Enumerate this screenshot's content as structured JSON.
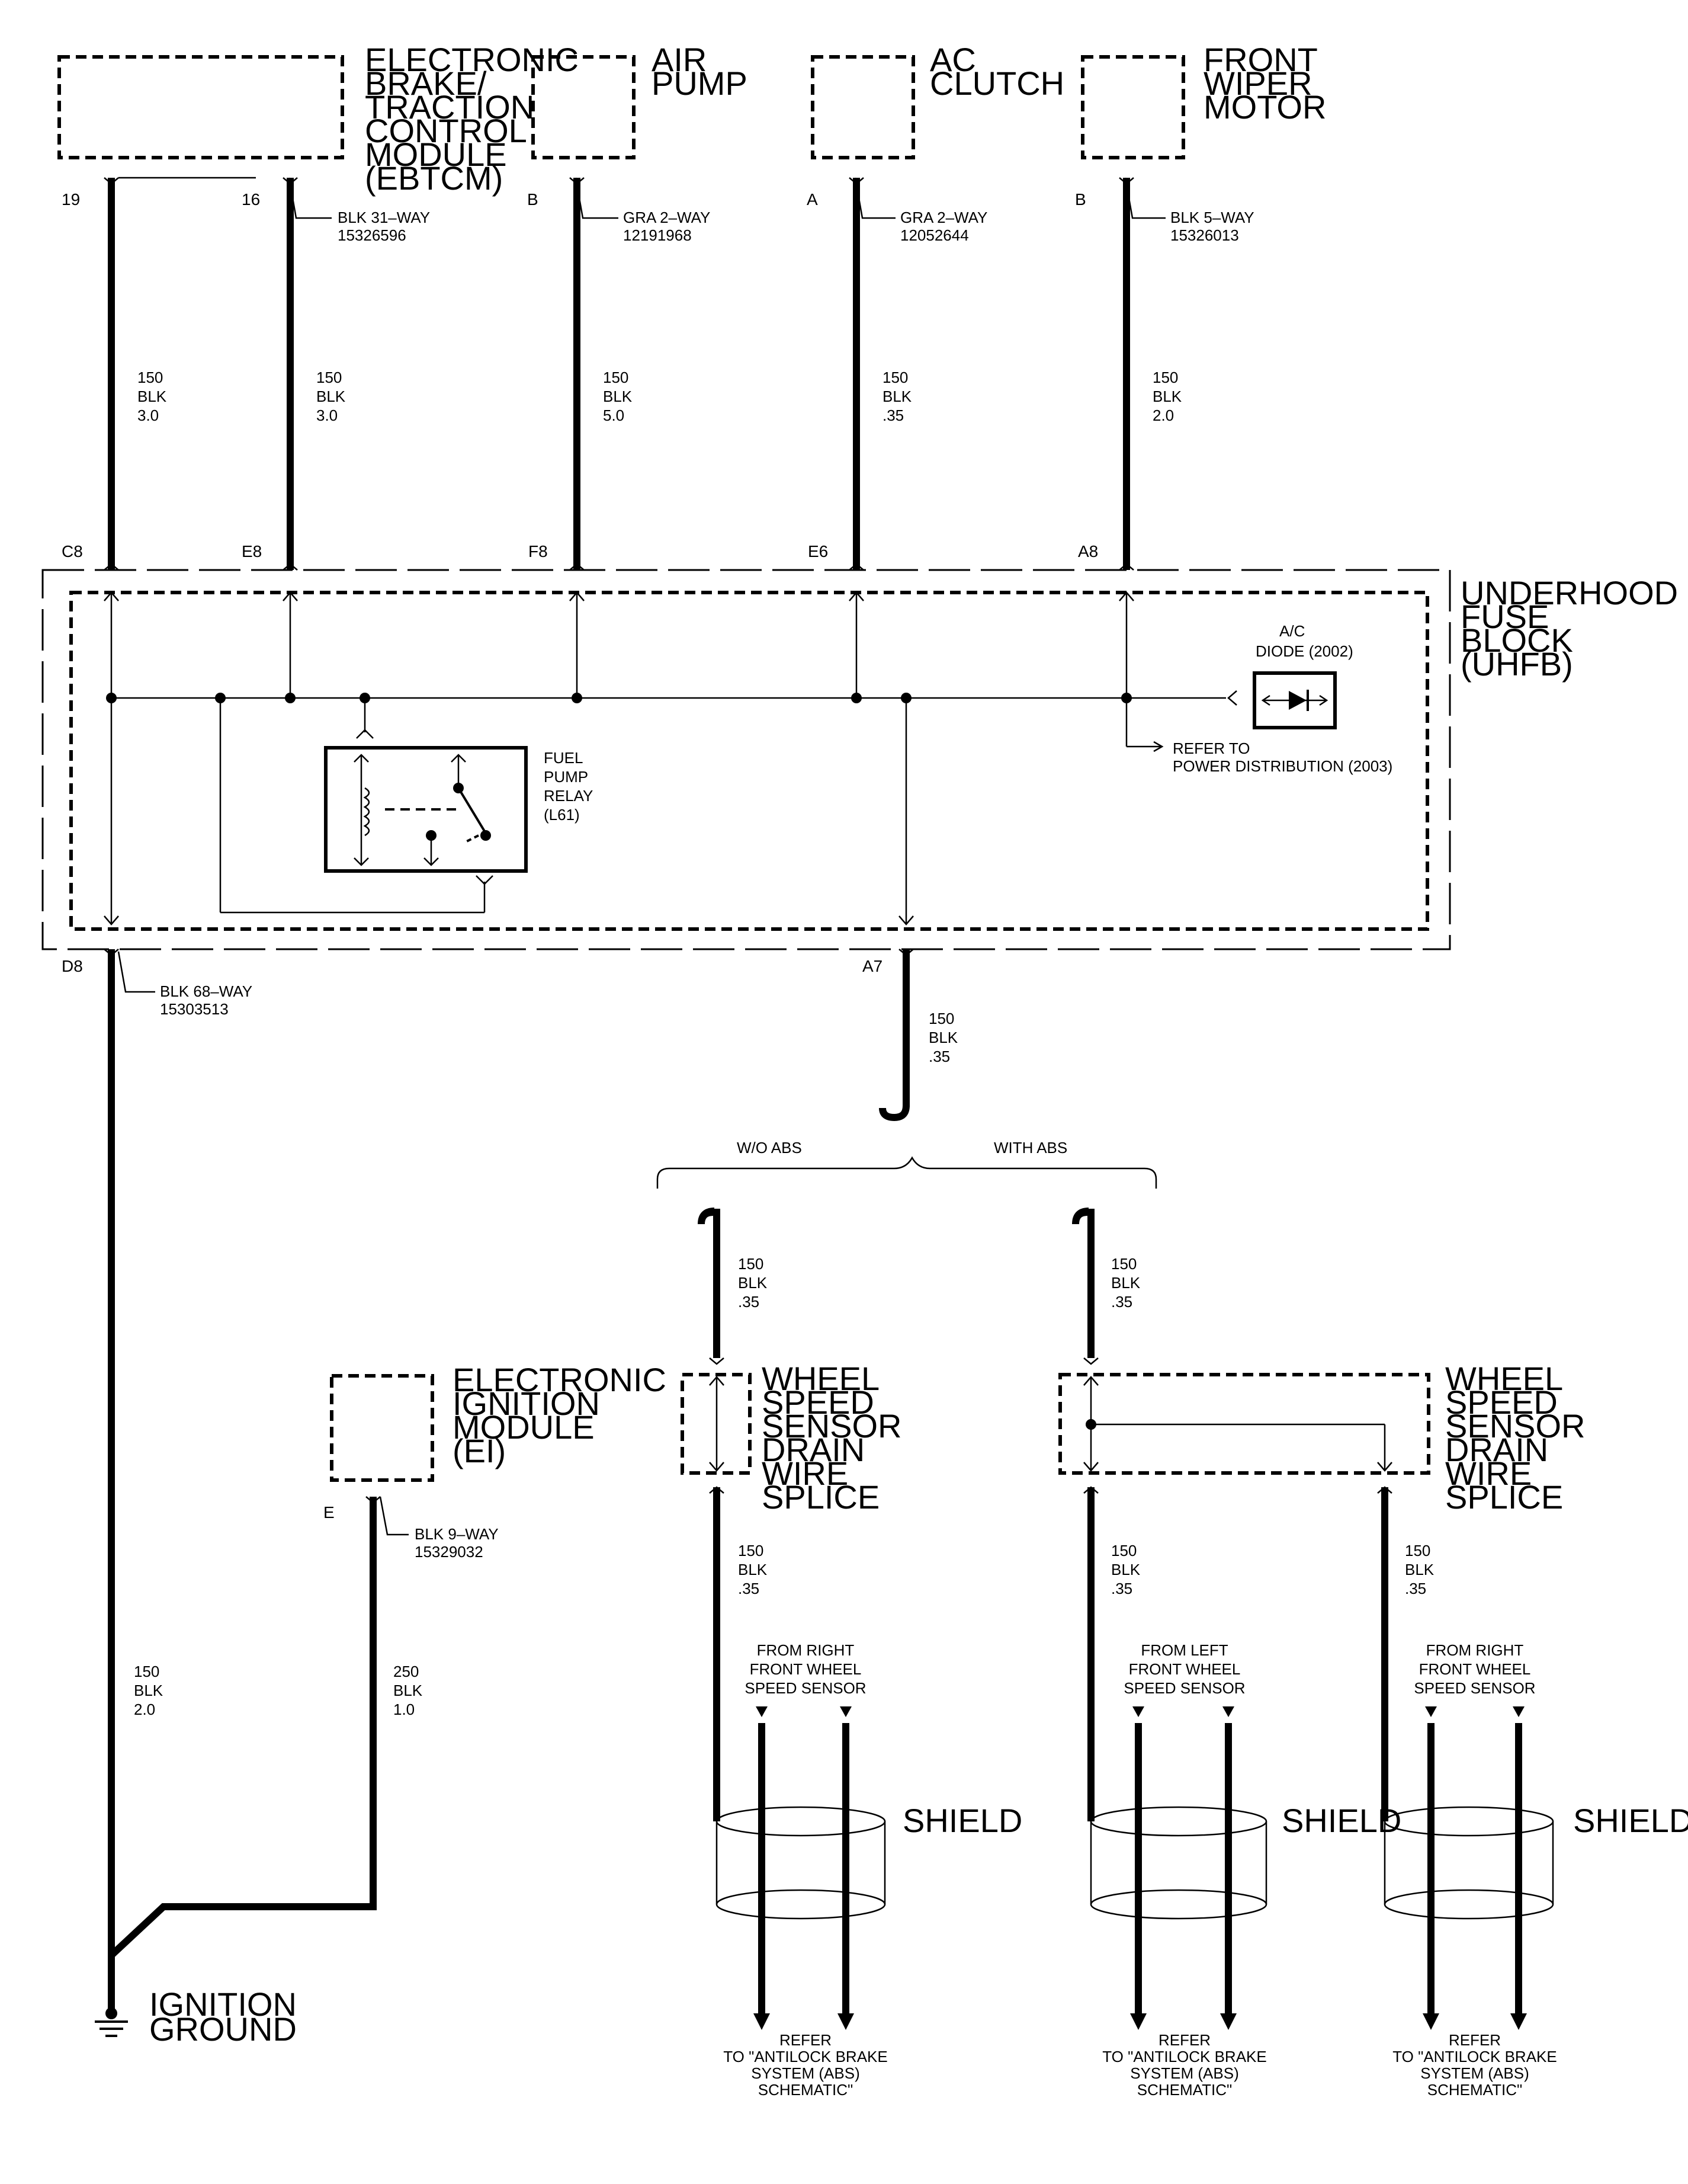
{
  "components": {
    "ebtcm": [
      "ELECTRONIC",
      "BRAKE/",
      "TRACTION",
      "CONTROL",
      "MODULE",
      "(EBTCM)"
    ],
    "air_pump": [
      "AIR",
      "PUMP"
    ],
    "ac_clutch": [
      "AC",
      "CLUTCH"
    ],
    "wiper": [
      "FRONT",
      "WIPER",
      "MOTOR"
    ],
    "uhfb": [
      "UNDERHOOD",
      "FUSE",
      "BLOCK",
      "(UHFB)"
    ],
    "ei": [
      "ELECTRONIC",
      "IGNITION",
      "MODULE",
      "(EI)"
    ],
    "splice": [
      "WHEEL",
      "SPEED",
      "SENSOR",
      "DRAIN",
      "WIRE",
      "SPLICE"
    ]
  },
  "connectors": {
    "ebtcm": [
      "BLK 31–WAY",
      "15326596"
    ],
    "air_pump": [
      "GRA 2–WAY",
      "12191968"
    ],
    "ac_clutch": [
      "GRA 2–WAY",
      "12052644"
    ],
    "wiper": [
      "BLK 5–WAY",
      "15326013"
    ],
    "uhfb_bottom": [
      "BLK 68–WAY",
      "15303513"
    ],
    "ei": [
      "BLK 9–WAY",
      "15329032"
    ]
  },
  "pins": {
    "ebtcm_a": "19",
    "ebtcm_b": "16",
    "air_pump": "B",
    "ac_clutch": "A",
    "wiper": "B",
    "c8": "C8",
    "e8": "E8",
    "f8": "F8",
    "e6": "E6",
    "a8": "A8",
    "d8": "D8",
    "a7": "A7",
    "ei": "E"
  },
  "wires": {
    "w1": [
      "150",
      "BLK",
      "3.0"
    ],
    "w2": [
      "150",
      "BLK",
      "3.0"
    ],
    "w3": [
      "150",
      "BLK",
      "5.0"
    ],
    "w4": [
      "150",
      "BLK",
      ".35"
    ],
    "w5": [
      "150",
      "BLK",
      "2.0"
    ],
    "a7": [
      "150",
      "BLK",
      ".35"
    ],
    "d8": [
      "150",
      "BLK",
      "2.0"
    ],
    "ei": [
      "250",
      "BLK",
      "1.0"
    ],
    "woabs_top": [
      "150",
      "BLK",
      ".35"
    ],
    "withabs_top": [
      "150",
      "BLK",
      ".35"
    ],
    "b1": [
      "150",
      "BLK",
      ".35"
    ],
    "b2": [
      "150",
      "BLK",
      ".35"
    ],
    "b3": [
      "150",
      "BLK",
      ".35"
    ]
  },
  "relay": [
    "FUEL",
    "PUMP",
    "RELAY",
    "(L61)"
  ],
  "diode": [
    "A/C",
    "DIODE (2002)"
  ],
  "refer_power": [
    "REFER TO",
    "POWER DISTRIBUTION (2003)"
  ],
  "branches": {
    "without": "W/O ABS",
    "with": "WITH ABS"
  },
  "from_right": [
    "FROM RIGHT",
    "FRONT WHEEL",
    "SPEED SENSOR"
  ],
  "from_left": [
    "FROM LEFT",
    "FRONT WHEEL",
    "SPEED SENSOR"
  ],
  "shield": "SHIELD",
  "refer_abs": [
    "REFER",
    "TO \"ANTILOCK BRAKE",
    "SYSTEM (ABS)",
    "SCHEMATIC\""
  ],
  "ground": [
    "IGNITION",
    "GROUND"
  ]
}
